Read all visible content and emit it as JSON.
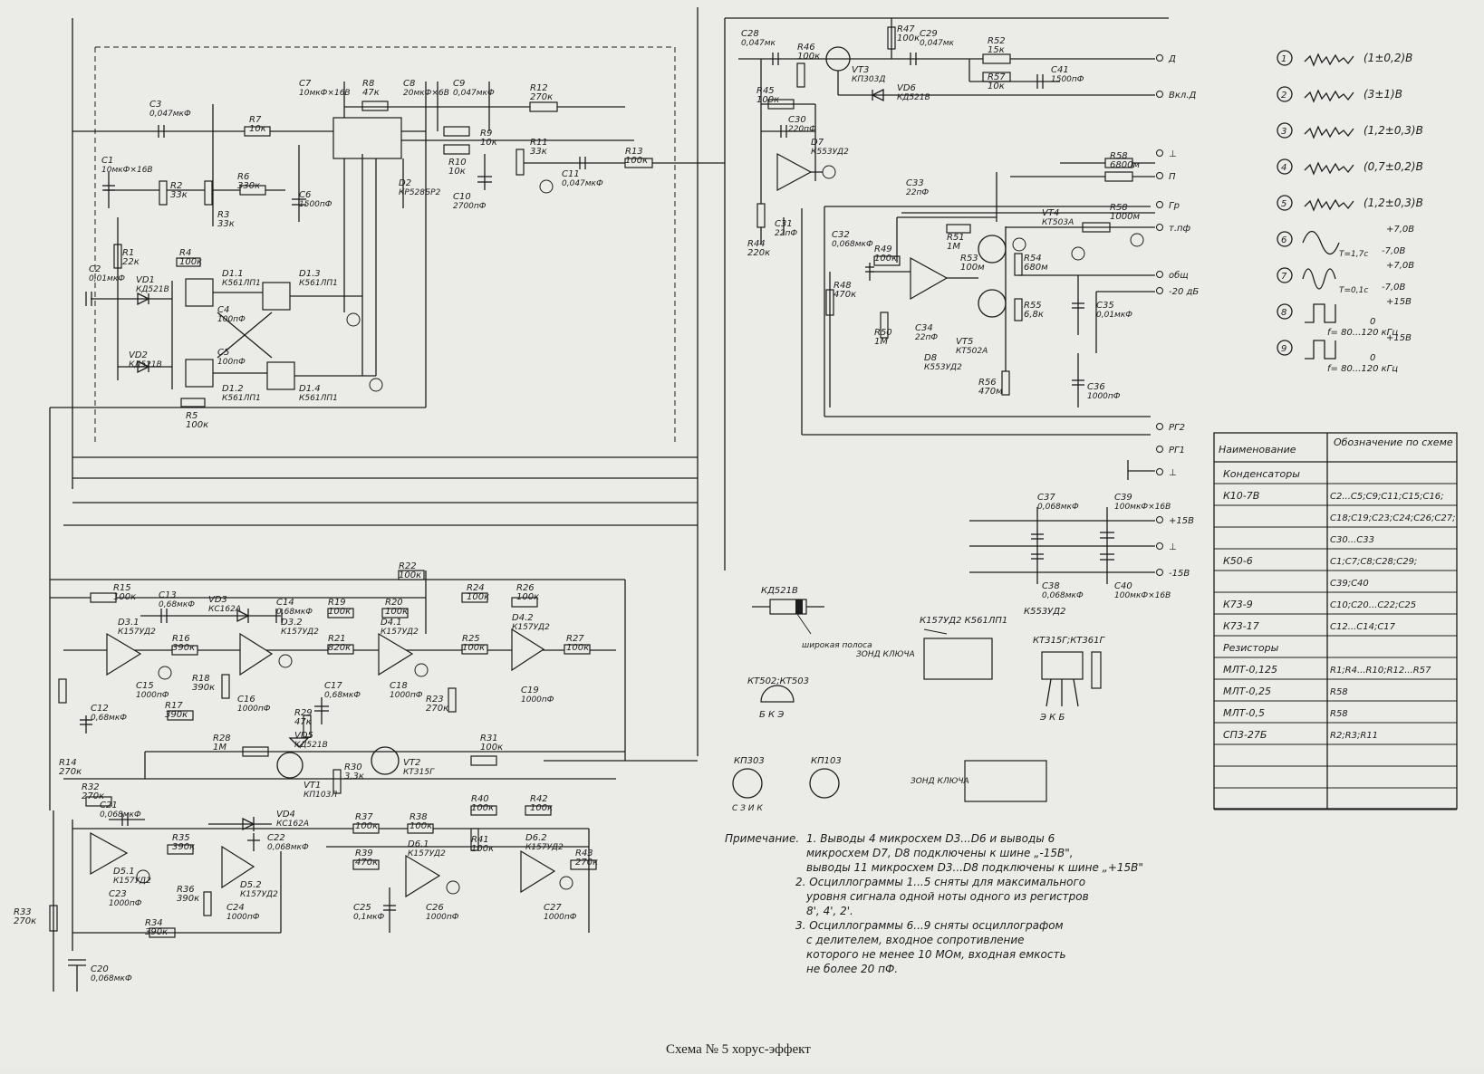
{
  "caption": "Схема № 5 хорус-эффект",
  "components": {
    "resistors": [
      {
        "ref": "R1",
        "value": "22к"
      },
      {
        "ref": "R2",
        "value": "33к"
      },
      {
        "ref": "R3",
        "value": "33к"
      },
      {
        "ref": "R4",
        "value": "100к"
      },
      {
        "ref": "R5",
        "value": "100к"
      },
      {
        "ref": "R6",
        "value": "330к"
      },
      {
        "ref": "R7",
        "value": "10к"
      },
      {
        "ref": "R8",
        "value": "47к"
      },
      {
        "ref": "R9",
        "value": "10к"
      },
      {
        "ref": "R10",
        "value": "10к"
      },
      {
        "ref": "R11",
        "value": "33к"
      },
      {
        "ref": "R12",
        "value": "270к"
      },
      {
        "ref": "R13",
        "value": "100к"
      },
      {
        "ref": "R15",
        "value": "100к"
      },
      {
        "ref": "R16",
        "value": "390к"
      },
      {
        "ref": "R17",
        "value": "390к"
      },
      {
        "ref": "R18",
        "value": "390к"
      },
      {
        "ref": "R19",
        "value": "100к"
      },
      {
        "ref": "R20",
        "value": "100к"
      },
      {
        "ref": "R21",
        "value": "820к"
      },
      {
        "ref": "R22",
        "value": "100к"
      },
      {
        "ref": "R23",
        "value": "270к"
      },
      {
        "ref": "R24",
        "value": "100к"
      },
      {
        "ref": "R25",
        "value": "100к"
      },
      {
        "ref": "R26",
        "value": "100к"
      },
      {
        "ref": "R27",
        "value": "100к"
      },
      {
        "ref": "R28",
        "value": "1М"
      },
      {
        "ref": "R29",
        "value": "47к"
      },
      {
        "ref": "R30",
        "value": "3,3к"
      },
      {
        "ref": "R31",
        "value": "100к"
      },
      {
        "ref": "R32",
        "value": "270к"
      },
      {
        "ref": "R33",
        "value": "270к"
      },
      {
        "ref": "R34",
        "value": "390к"
      },
      {
        "ref": "R35",
        "value": "390к"
      },
      {
        "ref": "R36",
        "value": "390к"
      },
      {
        "ref": "R37",
        "value": "100к"
      },
      {
        "ref": "R38",
        "value": "100к"
      },
      {
        "ref": "R39",
        "value": "470к"
      },
      {
        "ref": "R40",
        "value": "100к"
      },
      {
        "ref": "R41",
        "value": "100к"
      },
      {
        "ref": "R42",
        "value": "100к"
      },
      {
        "ref": "R43",
        "value": "270к"
      },
      {
        "ref": "R14",
        "value": "270к"
      },
      {
        "ref": "R44",
        "value": "220к"
      },
      {
        "ref": "R45",
        "value": "100к"
      },
      {
        "ref": "R46",
        "value": "100к"
      },
      {
        "ref": "R47",
        "value": "100к"
      },
      {
        "ref": "R48",
        "value": "470к"
      },
      {
        "ref": "R49",
        "value": "100к"
      },
      {
        "ref": "R50",
        "value": "1М"
      },
      {
        "ref": "R51",
        "value": "1М"
      },
      {
        "ref": "R52",
        "value": "15к"
      },
      {
        "ref": "R53",
        "value": "100м"
      },
      {
        "ref": "R54",
        "value": "680м"
      },
      {
        "ref": "R55",
        "value": "6,8к"
      },
      {
        "ref": "R56",
        "value": "470м"
      },
      {
        "ref": "R57",
        "value": "10к"
      },
      {
        "ref": "R58",
        "value": "1000м"
      },
      {
        "ref": "R58",
        "value": "6800м"
      }
    ],
    "capacitors": [
      {
        "ref": "C1",
        "value": "10мкФ×16В"
      },
      {
        "ref": "C2",
        "value": "0,01мкФ"
      },
      {
        "ref": "C3",
        "value": "0,047мкФ"
      },
      {
        "ref": "C4",
        "value": "100пФ"
      },
      {
        "ref": "C5",
        "value": "100пФ"
      },
      {
        "ref": "C6",
        "value": "1500пФ"
      },
      {
        "ref": "C7",
        "value": "10мкФ×16В"
      },
      {
        "ref": "C8",
        "value": "20мкФ×6В"
      },
      {
        "ref": "C9",
        "value": "0,047мкФ"
      },
      {
        "ref": "C10",
        "value": "2700пФ"
      },
      {
        "ref": "C11",
        "value": "0,047мкФ"
      },
      {
        "ref": "C12",
        "value": "0,68мкФ"
      },
      {
        "ref": "C13",
        "value": "0,68мкФ"
      },
      {
        "ref": "C14",
        "value": "0,68мкФ"
      },
      {
        "ref": "C15",
        "value": "1000пФ"
      },
      {
        "ref": "C16",
        "value": "1000пФ"
      },
      {
        "ref": "C17",
        "value": "0,68мкФ"
      },
      {
        "ref": "C18",
        "value": "1000пФ"
      },
      {
        "ref": "C19",
        "value": "1000пФ"
      },
      {
        "ref": "C20",
        "value": "0,068мкФ"
      },
      {
        "ref": "C21",
        "value": "0,068мкФ"
      },
      {
        "ref": "C22",
        "value": "0,068мкФ"
      },
      {
        "ref": "C23",
        "value": "1000пФ"
      },
      {
        "ref": "C24",
        "value": "1000пФ"
      },
      {
        "ref": "C25",
        "value": "0,1мкФ"
      },
      {
        "ref": "C26",
        "value": "1000пФ"
      },
      {
        "ref": "C27",
        "value": "1000пФ"
      },
      {
        "ref": "C28",
        "value": "0,047мк"
      },
      {
        "ref": "C29",
        "value": "0,047мк"
      },
      {
        "ref": "C30",
        "value": "220пФ"
      },
      {
        "ref": "C31",
        "value": "22пФ"
      },
      {
        "ref": "C32",
        "value": "0,068мкФ"
      },
      {
        "ref": "C33",
        "value": "22пФ"
      },
      {
        "ref": "C34",
        "value": "22пФ"
      },
      {
        "ref": "C35",
        "value": "0,01мкФ"
      },
      {
        "ref": "C36",
        "value": "1000пФ"
      },
      {
        "ref": "C37",
        "value": "0,068мкФ"
      },
      {
        "ref": "C38",
        "value": "0,068мкФ"
      },
      {
        "ref": "C39",
        "value": "100мкФ×16В"
      },
      {
        "ref": "C40",
        "value": "100мкФ×16В"
      },
      {
        "ref": "C41",
        "value": "1500пФ"
      }
    ],
    "ics": [
      {
        "ref": "D1.1",
        "type": "К561ЛП1"
      },
      {
        "ref": "D1.2",
        "type": "К561ЛП1"
      },
      {
        "ref": "D1.3",
        "type": "К561ЛП1"
      },
      {
        "ref": "D1.4",
        "type": "К561ЛП1"
      },
      {
        "ref": "D2",
        "type": "КР528БР2"
      },
      {
        "ref": "D3.1",
        "type": "К157УД2"
      },
      {
        "ref": "D3.2",
        "type": "К157УД2"
      },
      {
        "ref": "D4.1",
        "type": "К157УД2"
      },
      {
        "ref": "D4.2",
        "type": "К157УД2"
      },
      {
        "ref": "D5.1",
        "type": "К157УД2"
      },
      {
        "ref": "D5.2",
        "type": "К157УД2"
      },
      {
        "ref": "D6.1",
        "type": "К157УД2"
      },
      {
        "ref": "D6.2",
        "type": "К157УД2"
      },
      {
        "ref": "D7",
        "type": "К553УД2"
      },
      {
        "ref": "D8",
        "type": "К553УД2"
      }
    ],
    "transistors": [
      {
        "ref": "VT1",
        "type": "КП103Л"
      },
      {
        "ref": "VT2",
        "type": "КТ315Г"
      },
      {
        "ref": "VT3",
        "type": "КП303Д"
      },
      {
        "ref": "VT4",
        "type": "КТ503А"
      },
      {
        "ref": "VT5",
        "type": "КТ502А"
      }
    ],
    "diodes": [
      {
        "ref": "VD1",
        "type": "КД521В"
      },
      {
        "ref": "VD2",
        "type": "КД521В"
      },
      {
        "ref": "VD3",
        "type": "КС162А"
      },
      {
        "ref": "VD4",
        "type": "КС162А"
      },
      {
        "ref": "VD5",
        "type": "КД521В"
      },
      {
        "ref": "VD6",
        "type": "КД521В"
      }
    ]
  },
  "terminals": [
    "Д",
    "Вкл.Д",
    "⊥",
    "П",
    "Гр",
    "т.пф",
    "общ",
    "-20 дБ",
    "РГ2",
    "РГ1",
    "⊥",
    "+15В",
    "⊥",
    "-15В"
  ],
  "supply": {
    "pos": "+15В",
    "neg": "-15В"
  },
  "oscillograms": [
    {
      "num": "1",
      "text": "(1±0,2)В"
    },
    {
      "num": "2",
      "text": "(3±1)В"
    },
    {
      "num": "3",
      "text": "(1,2±0,3)В"
    },
    {
      "num": "4",
      "text": "(0,7±0,2)В"
    },
    {
      "num": "5",
      "text": "(1,2±0,3)В"
    },
    {
      "num": "6",
      "top": "+7,0В",
      "bottom": "-7,0В",
      "period": "T=1,7с"
    },
    {
      "num": "7",
      "top": "+7,0В",
      "bottom": "-7,0В",
      "period": "T=0,1с"
    },
    {
      "num": "8",
      "top": "+15В",
      "zero": "0",
      "freq": "f= 80...120 кГц"
    },
    {
      "num": "9",
      "top": "+15В",
      "zero": "0",
      "freq": "f= 80...120 кГц"
    }
  ],
  "table": {
    "headers": [
      "Наименование",
      "Обозначение по схеме"
    ],
    "rows": [
      [
        "Конденсаторы",
        ""
      ],
      [
        "К10-7В",
        "C2...C5;C9;C11;C15;C16;"
      ],
      [
        "",
        "C18;C19;C23;C24;C26;C27;"
      ],
      [
        "",
        "C30...C33"
      ],
      [
        "К50-6",
        "C1;C7;C8;C28;C29;"
      ],
      [
        "",
        "C39;C40"
      ],
      [
        "К73-9",
        "C10;C20...C22;C25"
      ],
      [
        "К73-17",
        "C12...C14;C17"
      ],
      [
        "Резисторы",
        ""
      ],
      [
        "МЛТ-0,125",
        "R1;R4...R10;R12...R57"
      ],
      [
        "МЛТ-0,25",
        "R58"
      ],
      [
        "МЛТ-0,5",
        "R58"
      ],
      [
        "СП3-27Б",
        "R2;R3;R11"
      ],
      [
        "",
        ""
      ],
      [
        "",
        ""
      ],
      [
        "",
        ""
      ]
    ]
  },
  "packages": {
    "diode_label": "КД521В",
    "diode_note": "широкая полоса",
    "key_label": "ЗОНД КЛЮЧА",
    "ic_dip_types": "К157УД2 К561ЛП1",
    "ic_can_type": "К553УД2",
    "tr_sot": "КТ315Г;КТ361Г",
    "tr_sot_pins": "Э  К  Б",
    "tr_to92": "КТ502;КТ503",
    "tr_to92_pins": "Б  К  Э",
    "fet1": "КП303",
    "fet2": "КП103",
    "fet_pins": "С  З  И  К"
  },
  "notes": {
    "title": "Примечание.",
    "lines": [
      "1. Выводы 4 микросхем D3...D6 и выводы 6",
      "микросхем D7, D8 подключены к шине „-15В\",",
      "выводы 11 микросхем D3...D8 подключены к шине „+15В\"",
      "2. Осциллограммы 1...5 сняты для максимального",
      "уровня сигнала одной ноты одного из регистров",
      "8', 4', 2'.",
      "3. Осциллограммы 6...9 сняты осциллографом",
      "с делителем, входное сопротивление",
      "которого не менее 10 МОм, входная емкость",
      "не более 20 пФ."
    ]
  }
}
